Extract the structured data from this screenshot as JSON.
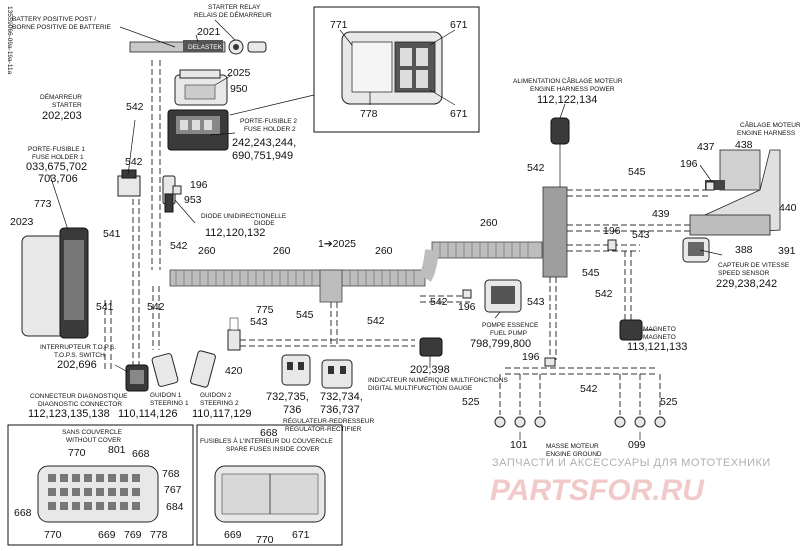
{
  "side_code": "135S9066-09a-19a-11a",
  "labels": {
    "battery_post": [
      "BATTERY POSITIVE POST /",
      "BORNE POSITIVE DE BATTERIE"
    ],
    "starter_relay": [
      "STARTER RELAY",
      "RELAIS DE DÉMARREUR"
    ],
    "starter": [
      "DÉMARREUR",
      "STARTER"
    ],
    "fuse_holder_2": [
      "PORTE-FUSIBLE 2",
      "FUSE HOLDER 2"
    ],
    "fuse_holder_1": [
      "PORTE-FUSIBLE 1",
      "FUSE HOLDER 1"
    ],
    "diode": [
      "DIODE UNIDIRECTIONELLE",
      "DIODE"
    ],
    "engine_harness_power": [
      "ALIMENTATION CÂBLAGE MOTEUR",
      "ENGINE HARNESS POWER"
    ],
    "engine_harness": [
      "CÂBLAGE MOTEUR",
      "ENGINE HARNESS"
    ],
    "speed_sensor": [
      "CAPTEUR DE VITESSE",
      "SPEED SENSOR"
    ],
    "tops_switch": [
      "INTERRUPTEUR T.O.P.S.",
      "T.O.P.S. SWITCH"
    ],
    "diag_connector": [
      "CONNECTEUR DIAGNOSTIQUE",
      "DIAGNOSTIC CONNECTOR"
    ],
    "steering_1": [
      "GUIDON 1",
      "STEERING 1"
    ],
    "steering_2": [
      "GUIDON 2",
      "STEERING 2"
    ],
    "regulator": [
      "RÉGULATEUR-REDRESSEUR",
      "REGULATOR-RECTIFIER"
    ],
    "multifunction_gauge": [
      "INDICATEUR NUMÉRIQUE MULTIFONCTIONS",
      "DIGITAL MULTIFUNCTION GAUGE"
    ],
    "fuel_pump": [
      "POMPE ESSENCE",
      "FUEL PUMP"
    ],
    "magneto": [
      "MAGNETO",
      "MAGNETO"
    ],
    "engine_ground": [
      "MASSE MOTEUR",
      "ENGINE GROUND"
    ],
    "without_cover": [
      "SANS COUVERCLE",
      "WITHOUT COVER"
    ],
    "spare_fuses": [
      "FUSIBLES À L'INTERIEUR DU COUVERCLE",
      "SPARE FUSES INSIDE COVER"
    ],
    "delastek": "DELASTEK",
    "arrow_ref": "1➔2025"
  },
  "parts": {
    "p2021": "2021",
    "p2025": "2025",
    "p950": "950",
    "p542": "542",
    "p541": "541",
    "p543": "543",
    "p545": "545",
    "p260": "260",
    "p196": "196",
    "p953": "953",
    "p2023": "2023",
    "p773": "773",
    "p775": "775",
    "p420": "420",
    "p437": "437",
    "p438": "438",
    "p439": "439",
    "p440": "440",
    "p388": "388",
    "p391": "391",
    "p525": "525",
    "p101": "101",
    "p099": "099",
    "p771": "771",
    "p671": "671",
    "p778": "778",
    "p770": "770",
    "p801": "801",
    "p668": "668",
    "p768": "768",
    "p767": "767",
    "p684": "684",
    "p669": "669",
    "p769": "769"
  },
  "refs": {
    "starter": "202,203",
    "fuse_holder_2a": "242,243,244,",
    "fuse_holder_2b": "690,751,949",
    "fuse_holder_1a": "033,675,702",
    "fuse_holder_1b": "703,706",
    "diode": "112,120,132",
    "engine_harness_power": "112,122,134",
    "speed_sensor": "229,238,242",
    "tops_switch": "202,696",
    "diag_connector": "112,123,135,138",
    "steering_1": "110,114,126",
    "steering_2": "110,117,129",
    "regulator_a1": "732,735,",
    "regulator_a2": "736",
    "regulator_b1": "732,734,",
    "regulator_b2": "736,737",
    "multifunction_gauge": "202,398",
    "fuel_pump": "798,799,800",
    "magneto": "113,121,133"
  },
  "watermark": {
    "line1": "ЗАПЧАСТИ И АКСЕССУАРЫ ДЛЯ МОТОТЕХНИКИ",
    "line2": "PARTSFOR.RU"
  },
  "colors": {
    "wire": "#9a9a9a",
    "part_fill": "#e8e8e8",
    "watermark_red": "#f2c9c9"
  }
}
